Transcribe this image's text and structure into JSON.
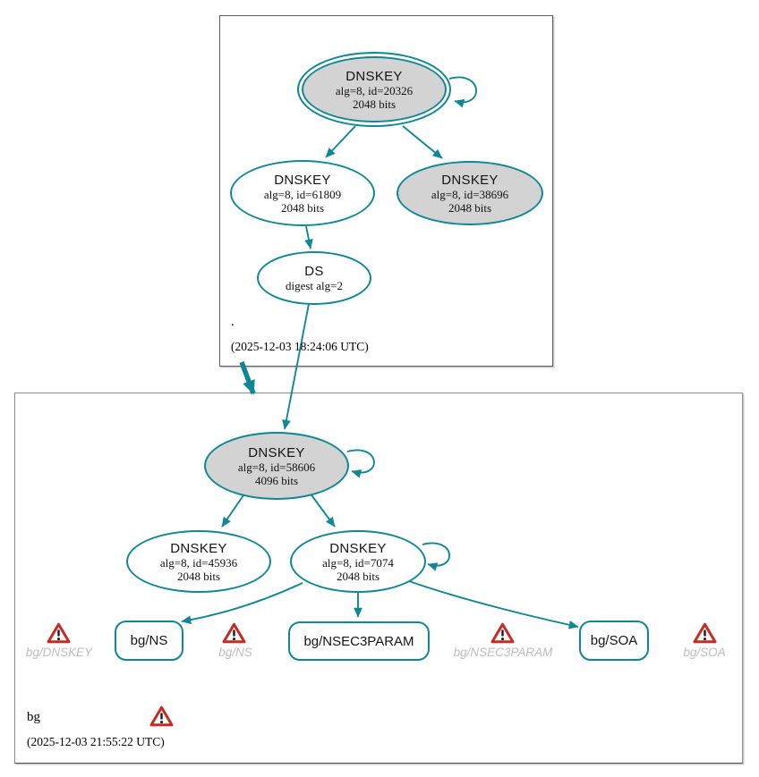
{
  "colors": {
    "edge_teal": "#0f8795",
    "ksk_fill": "#d3d3d3",
    "warning_red": "#c62b24",
    "missing_gray": "#bdbdbd",
    "box_border": "#8c8c8c"
  },
  "zones": {
    "root": {
      "label": ".",
      "timestamp": "(2025-12-03 18:24:06 UTC)",
      "ksk": {
        "title": "DNSKEY",
        "detail": "alg=8, id=20326",
        "bits": "2048 bits"
      },
      "zsk": {
        "title": "DNSKEY",
        "detail": "alg=8, id=61809",
        "bits": "2048 bits"
      },
      "standby": {
        "title": "DNSKEY",
        "detail": "alg=8, id=38696",
        "bits": "2048 bits"
      },
      "ds": {
        "title": "DS",
        "detail": "digest alg=2"
      }
    },
    "bg": {
      "label": "bg",
      "timestamp": "(2025-12-03 21:55:22 UTC)",
      "ksk": {
        "title": "DNSKEY",
        "detail": "alg=8, id=58606",
        "bits": "4096 bits"
      },
      "zsk1": {
        "title": "DNSKEY",
        "detail": "alg=8, id=45936",
        "bits": "2048 bits"
      },
      "zsk2": {
        "title": "DNSKEY",
        "detail": "alg=8, id=7074",
        "bits": "2048 bits"
      },
      "rrsets": {
        "ns": "bg/NS",
        "nsec3param": "bg/NSEC3PARAM",
        "soa": "bg/SOA"
      },
      "missing": {
        "dnskey": "bg/DNSKEY",
        "ns": "bg/NS",
        "nsec3param": "bg/NSEC3PARAM",
        "soa": "bg/SOA"
      }
    }
  }
}
